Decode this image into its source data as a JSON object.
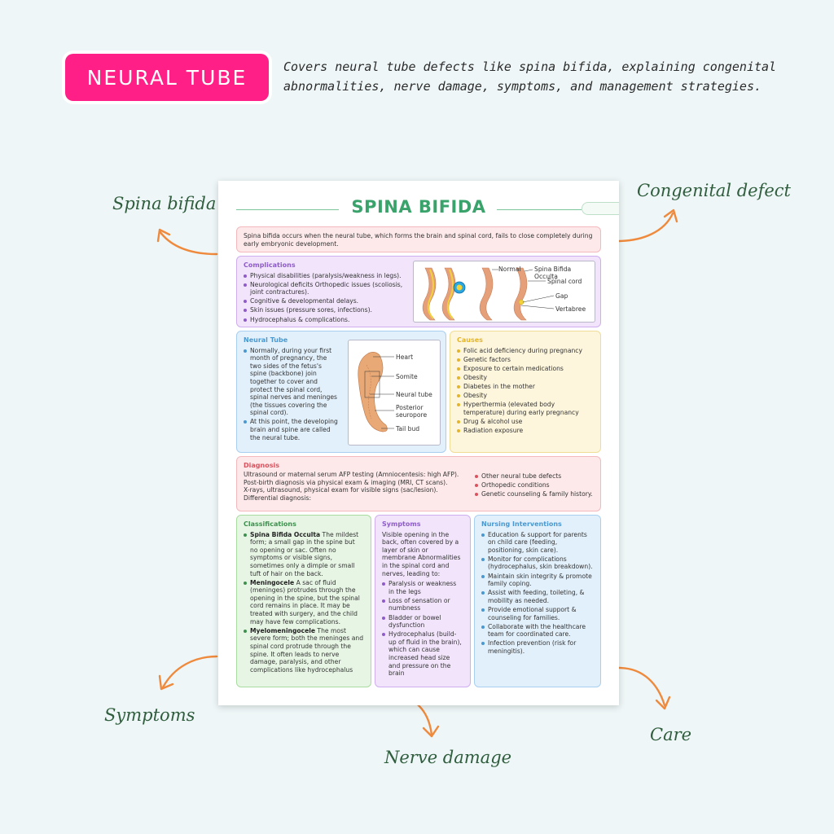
{
  "header": {
    "pill_label": "NEURAL TUBE",
    "description": "Covers neural tube defects like spina bifida, explaining congenital abnormalities, nerve damage, symptoms, and management strategies."
  },
  "tags": {
    "spina_bifida": "Spina bifida",
    "congenital_defect": "Congenital defect",
    "symptoms": "Symptoms",
    "nerve_damage": "Nerve damage",
    "care": "Care"
  },
  "sheet": {
    "title": "SPINA BIFIDA",
    "intro": "Spina bifida occurs when the neural tube, which forms the brain and spinal cord, fails to close completely during early embryonic development.",
    "complications": {
      "heading": "Complications",
      "items": [
        "Physical disabilities (paralysis/weakness in legs).",
        "Neurological deficits Orthopedic issues (scoliosis, joint contractures).",
        "Cognitive & developmental delays.",
        "Skin issues (pressure sores, infections).",
        "Hydrocephalus & complications."
      ],
      "figure_labels": [
        "Normal",
        "Spina Bifida Occulta",
        "Spinal cord",
        "Gap",
        "Vertabree"
      ]
    },
    "neural_tube": {
      "heading": "Neural Tube",
      "items": [
        "Normally, during your first month of pregnancy, the two sides of the fetus's spine (backbone) join together to cover and protect the spinal cord, spinal nerves and meninges (the tissues covering the spinal cord).",
        "At this point, the developing brain and spine are called the neural tube."
      ],
      "figure_labels": [
        "Heart",
        "Somite",
        "Neural tube",
        "Posterior seuropore",
        "Tail bud"
      ]
    },
    "causes": {
      "heading": "Causes",
      "items": [
        "Folic acid deficiency during pregnancy",
        "Genetic factors",
        "Exposure to certain medications",
        "Obesity",
        "Diabetes in the mother",
        "Obesity",
        "Hyperthermia (elevated body temperature) during early pregnancy",
        "Drug & alcohol use",
        "Radiation exposure"
      ]
    },
    "diagnosis": {
      "heading": "Diagnosis",
      "lines": [
        "Ultrasound or maternal serum AFP testing (Amniocentesis: high AFP).",
        "Post-birth diagnosis via physical exam & imaging (MRI, CT scans).",
        "X-rays, ultrasound, physical exam for visible signs (sac/lesion).",
        "Differential diagnosis:"
      ],
      "items": [
        "Other neural tube defects",
        "Orthopedic conditions",
        "Genetic counseling & family history."
      ]
    },
    "classifications": {
      "heading": "Classifications",
      "items": [
        {
          "term": "Spina Bifida Occulta",
          "text": " The mildest form; a small gap in the spine but no opening or sac. Often no symptoms or visible signs, sometimes only a dimple or small tuft of hair on the back."
        },
        {
          "term": "Meningocele",
          "text": " A sac of fluid (meninges) protrudes through the opening in the spine, but the spinal cord remains in place. It may be treated with surgery, and the child may have few complications."
        },
        {
          "term": "Myelomeningocele",
          "text": " The most severe form; both the meninges and spinal cord protrude through the spine. It often leads to nerve damage, paralysis, and other complications like hydrocephalus"
        }
      ]
    },
    "symptoms": {
      "heading": "Symptoms",
      "intro": "Visible opening in the back, often covered by a layer of skin or membrane Abnormalities in the spinal cord and nerves, leading to:",
      "items": [
        "Paralysis or weakness in the legs",
        "Loss of sensation or numbness",
        "Bladder or bowel dysfunction",
        "Hydrocephalus (build-up of fluid in the brain), which can cause increased head size and pressure on the brain"
      ]
    },
    "nursing": {
      "heading": "Nursing Interventions",
      "items": [
        "Education & support for parents on child care (feeding, positioning, skin care).",
        "Monitor for complications (hydrocephalus, skin breakdown).",
        "Maintain skin integrity & promote family coping.",
        "Assist with feeding, toileting, & mobility as needed.",
        "Provide emotional support & counseling for families.",
        "Collaborate with the healthcare team for coordinated care.",
        "Infection prevention (risk for meningitis)."
      ]
    }
  },
  "colors": {
    "pill": "#ff1f86",
    "arrow": "#ef8a3d",
    "tag_text": "#2f5d3d",
    "sheet_title": "#3aa36b"
  }
}
